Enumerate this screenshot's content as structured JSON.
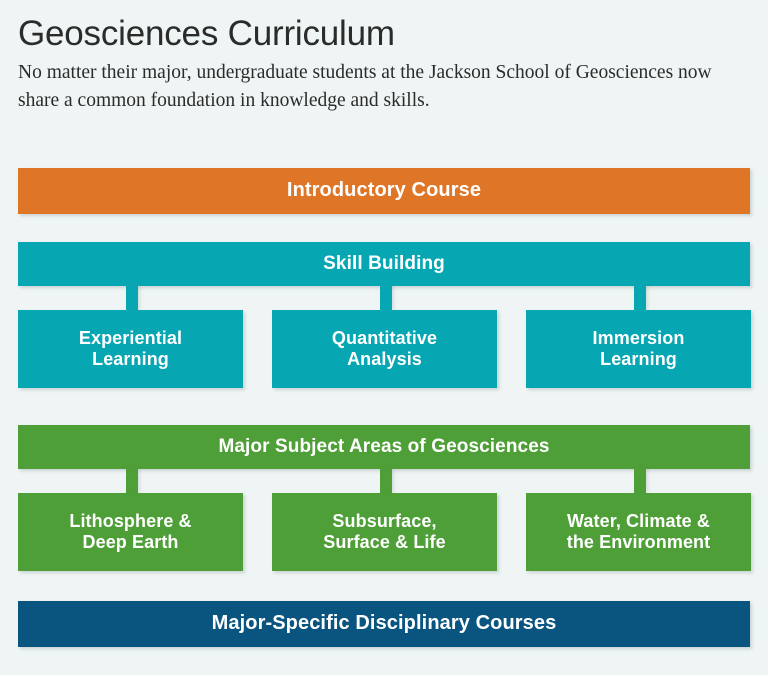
{
  "header": {
    "title": "Geosciences Curriculum",
    "subtitle": "No matter their major, undergraduate students at the Jackson School of Geosciences now share a common foundation in knowledge and skills."
  },
  "colors": {
    "background": "#eff5f4",
    "orange": "#df7526",
    "teal": "#07a6b3",
    "green": "#4e9f37",
    "navy": "#0a5480",
    "text_on_bar": "#ffffff",
    "heading_text": "#2b2b2b"
  },
  "chart_data": {
    "type": "diagram",
    "title": "Geosciences Curriculum",
    "subtitle": "No matter their major, undergraduate students at the Jackson School of Geosciences now share a common foundation in knowledge and skills.",
    "orientation": "vertical-tiers",
    "legend": null,
    "grid": false,
    "tiers": [
      {
        "id": "introductory",
        "label": "Introductory Course",
        "color": "#df7526",
        "children": []
      },
      {
        "id": "skill-building",
        "label": "Skill Building",
        "color": "#07a6b3",
        "children": [
          "Experiential Learning",
          "Quantitative Analysis",
          "Immersion Learning"
        ]
      },
      {
        "id": "major-subject-areas",
        "label": "Major Subject Areas of Geosciences",
        "color": "#4e9f37",
        "children": [
          "Lithosphere & Deep Earth",
          "Subsurface, Surface & Life",
          "Water, Climate & the Environment"
        ]
      },
      {
        "id": "major-specific",
        "label": "Major-Specific Disciplinary Courses",
        "color": "#0a5480",
        "children": []
      }
    ]
  },
  "diagram": {
    "introductory": {
      "label": "Introductory Course"
    },
    "skill_building": {
      "label": "Skill Building",
      "boxes": [
        {
          "line1": "Experiential",
          "line2": "Learning"
        },
        {
          "line1": "Quantitative",
          "line2": "Analysis"
        },
        {
          "line1": "Immersion",
          "line2": "Learning"
        }
      ]
    },
    "major_subject_areas": {
      "label": "Major Subject Areas of Geosciences",
      "boxes": [
        {
          "line1": "Lithosphere &",
          "line2": "Deep Earth"
        },
        {
          "line1": "Subsurface,",
          "line2": "Surface & Life"
        },
        {
          "line1": "Water, Climate &",
          "line2": "the Environment"
        }
      ]
    },
    "major_specific": {
      "label": "Major-Specific Disciplinary Courses"
    }
  }
}
